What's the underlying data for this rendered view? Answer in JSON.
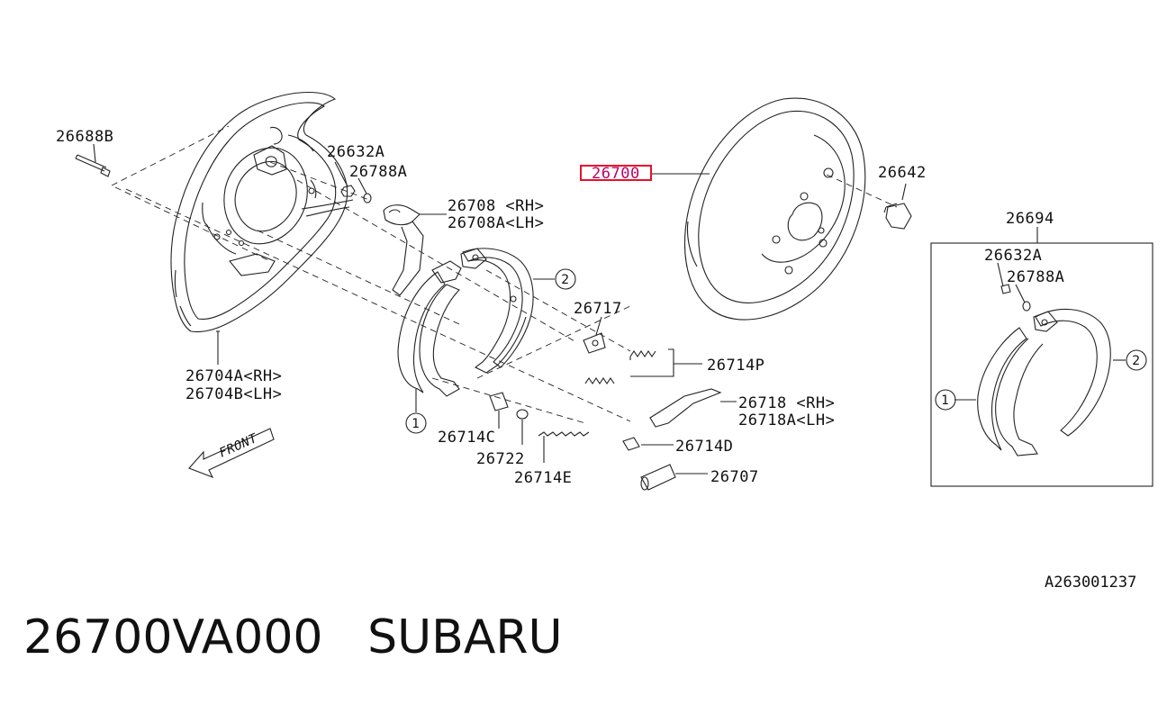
{
  "diagram": {
    "labels": {
      "l26688B": "26688B",
      "l26632A": "26632A",
      "l26788A": "26788A",
      "l26708RH": "26708 <RH>",
      "l26708LH": "26708A<LH>",
      "l26700": "26700",
      "l26642": "26642",
      "l26694": "26694",
      "l26632A_b": "26632A",
      "l26788A_b": "26788A",
      "l26717": "26717",
      "l26714P": "26714P",
      "l26718RH": "26718 <RH>",
      "l26718LH": "26718A<LH>",
      "l26714D": "26714D",
      "l26707": "26707",
      "l26704RH": "26704A<RH>",
      "l26704LH": "26704B<LH>",
      "l26714C": "26714C",
      "l26722": "26722",
      "l26714E": "26714E",
      "front": "FRONT"
    },
    "refs": {
      "r1": "1",
      "r2": "2",
      "r1b": "1",
      "r2b": "2"
    },
    "highlight_color": "#e8102a",
    "doc_code": "A263001237"
  },
  "footer": {
    "part_number": "26700VA000",
    "brand": "SUBARU"
  }
}
